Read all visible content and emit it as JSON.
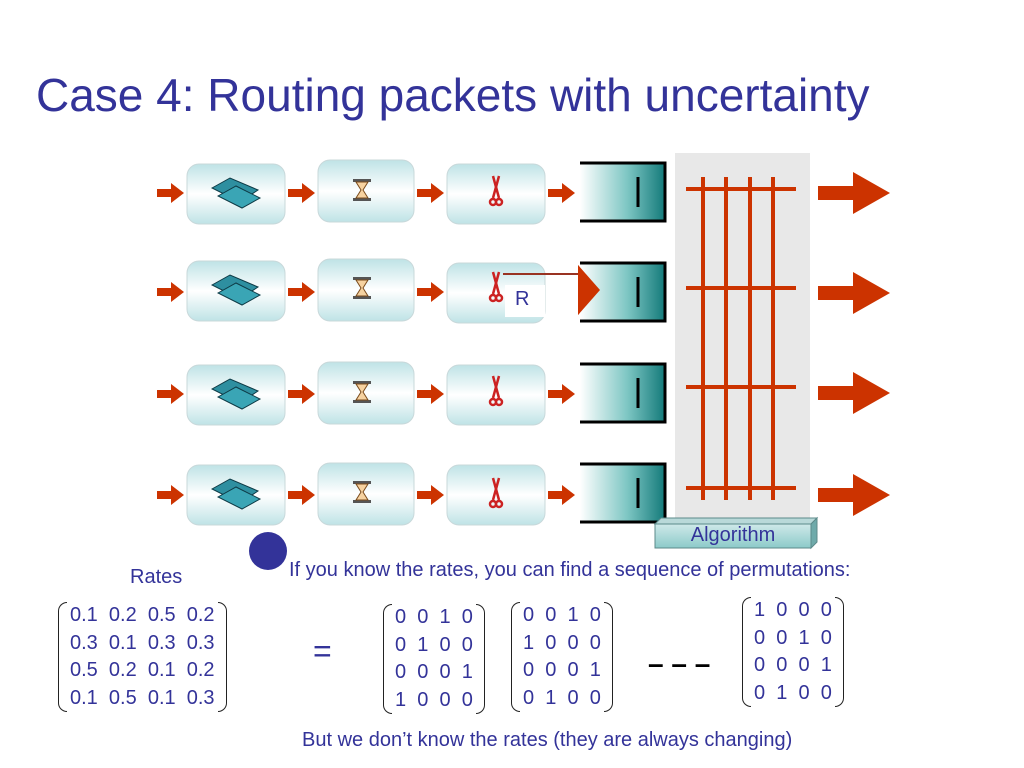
{
  "title": "Case 4: Routing packets with uncertainty",
  "router_label": "R",
  "algorithm_label": "Algorithm",
  "statement": "If you know the rates, you can find a sequence of permutations:",
  "rates_label": "Rates",
  "rates_matrix": [
    "0.1  0.2  0.5  0.2",
    "0.3  0.1  0.3  0.3",
    "0.5  0.2  0.1  0.2",
    "0.1  0.5  0.1  0.3"
  ],
  "equals": "=",
  "perm1": [
    "0  0  1  0",
    "0  1  0  0",
    "0  0  0  1",
    "1  0  0  0"
  ],
  "perm2": [
    "0  0  1  0",
    "1  0  0  0",
    "0  0  0  1",
    "0  1  0  0"
  ],
  "ellipsis": "– – –",
  "perm3": [
    "1  0  0  0",
    "0  0  1  0",
    "0  0  0  1",
    "0  1  0  0"
  ],
  "footer": "But we don’t know the rates (they are always changing)",
  "colors": {
    "text": "#333399",
    "arrow": "#cc3300",
    "crossbar": "#cc3300",
    "queue": "#2a9d8f",
    "panel": "#e8e8e8"
  },
  "icons": [
    "money-icon",
    "hourglass-icon",
    "scissors-icon"
  ]
}
